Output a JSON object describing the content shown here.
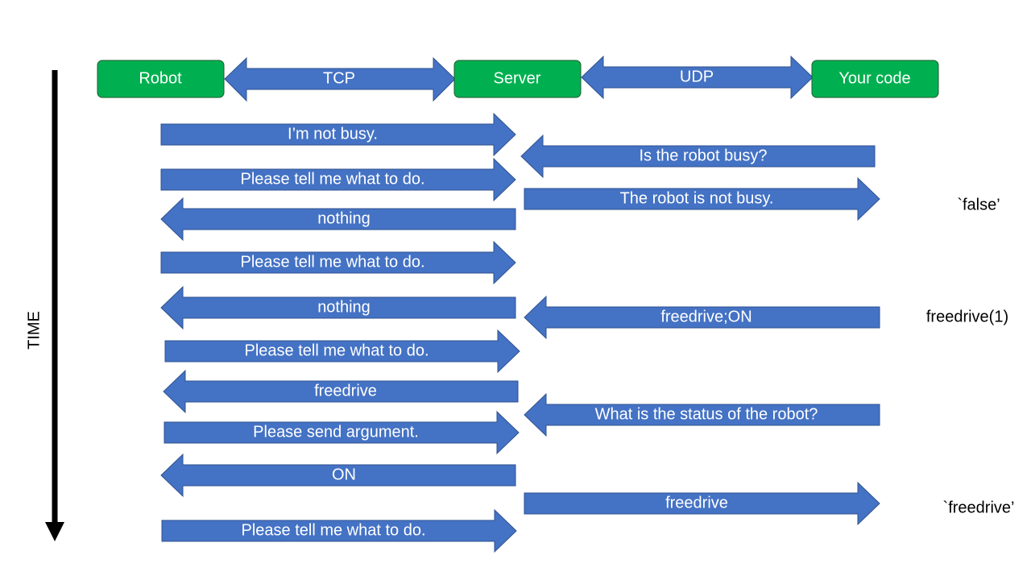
{
  "nodes": [
    {
      "id": "robot",
      "label": "Robot"
    },
    {
      "id": "server",
      "label": "Server"
    },
    {
      "id": "your-code",
      "label": "Your code"
    }
  ],
  "links": [
    {
      "id": "tcp",
      "label": "TCP"
    },
    {
      "id": "udp",
      "label": "UDP"
    }
  ],
  "time_label": "TIME",
  "messages": [
    {
      "label": "I’m not busy.",
      "channel": "tcp",
      "dir": "right"
    },
    {
      "label": "Is the robot busy?",
      "channel": "udp",
      "dir": "left"
    },
    {
      "label": "Please tell me what to do.",
      "channel": "tcp",
      "dir": "right"
    },
    {
      "label": "The robot is not busy.",
      "channel": "udp",
      "dir": "right"
    },
    {
      "label": "nothing",
      "channel": "tcp",
      "dir": "left"
    },
    {
      "label": "Please tell me what to do.",
      "channel": "tcp",
      "dir": "right"
    },
    {
      "label": "nothing",
      "channel": "tcp",
      "dir": "left"
    },
    {
      "label": "freedrive;ON",
      "channel": "udp",
      "dir": "left"
    },
    {
      "label": "Please tell me what to do.",
      "channel": "tcp",
      "dir": "right"
    },
    {
      "label": "freedrive",
      "channel": "tcp",
      "dir": "left"
    },
    {
      "label": "What is the status of the robot?",
      "channel": "udp",
      "dir": "left"
    },
    {
      "label": "Please send argument.",
      "channel": "tcp",
      "dir": "right"
    },
    {
      "label": "ON",
      "channel": "tcp",
      "dir": "left"
    },
    {
      "label": "freedrive",
      "channel": "udp",
      "dir": "right"
    },
    {
      "label": "Please tell me what to do.",
      "channel": "tcp",
      "dir": "right"
    }
  ],
  "notes": [
    {
      "label": "`false’"
    },
    {
      "label": "freedrive(1)"
    },
    {
      "label": "`freedrive’"
    }
  ]
}
